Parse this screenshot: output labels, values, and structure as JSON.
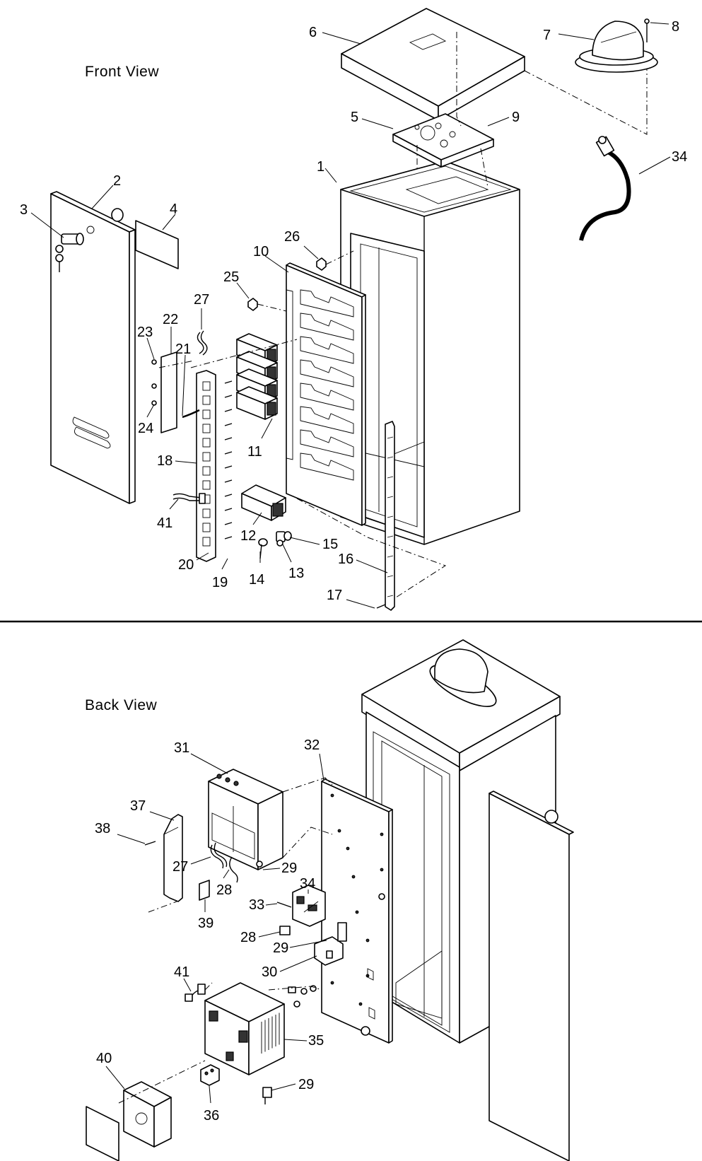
{
  "front_view": {
    "title": "Front View",
    "callouts": [
      "1",
      "2",
      "3",
      "4",
      "5",
      "6",
      "7",
      "8",
      "9",
      "34",
      "26",
      "10",
      "25",
      "27",
      "22",
      "23",
      "21",
      "24",
      "11",
      "18",
      "41",
      "12",
      "15",
      "20",
      "13",
      "16",
      "19",
      "14",
      "17"
    ]
  },
  "back_view": {
    "title": "Back View",
    "callouts": [
      "31",
      "32",
      "37",
      "38",
      "27",
      "29",
      "28",
      "34",
      "33",
      "39",
      "28",
      "29",
      "30",
      "41",
      "35",
      "40",
      "29",
      "36"
    ]
  }
}
